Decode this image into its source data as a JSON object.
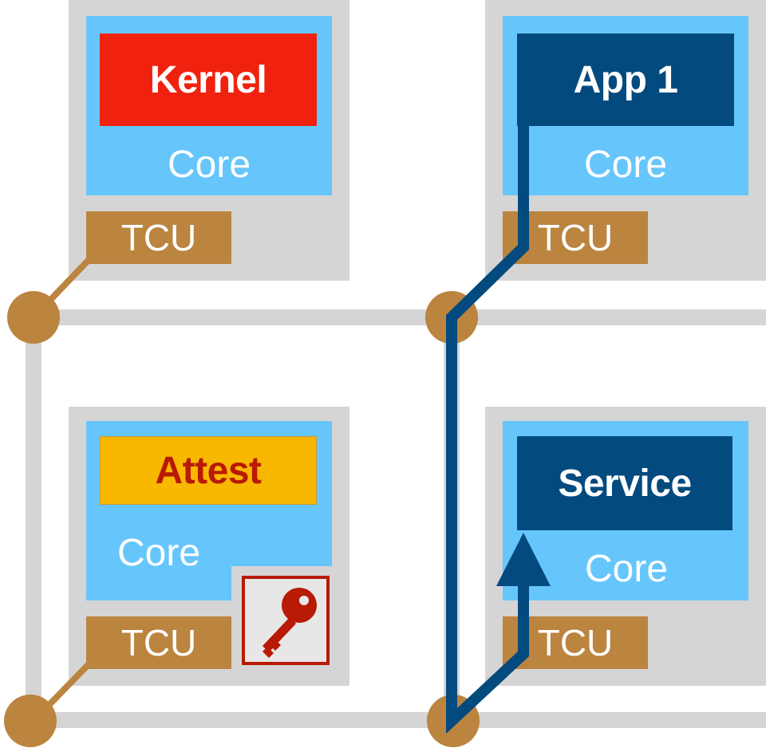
{
  "colors": {
    "tile": "#d5d5d5",
    "core": "#66c6fc",
    "tcu": "#bb843f",
    "noc_node": "#bb843f",
    "noc_link": "#d5d5d5",
    "kernel": "#f0220f",
    "app": "#034a7e",
    "service": "#034a7e",
    "attest_bg": "#f9b800",
    "attest_text": "#b81a06",
    "key": "#b81a06",
    "path": "#034a7e"
  },
  "tiles": [
    {
      "id": "top-left",
      "program": "Kernel",
      "core": "Core",
      "tcu": "TCU"
    },
    {
      "id": "top-right",
      "program": "App 1",
      "core": "Core",
      "tcu": "TCU"
    },
    {
      "id": "bottom-left",
      "program": "Attest",
      "core": "Core",
      "tcu": "TCU",
      "icon": "key-icon"
    },
    {
      "id": "bottom-right",
      "program": "Service",
      "core": "Core",
      "tcu": "TCU"
    }
  ]
}
